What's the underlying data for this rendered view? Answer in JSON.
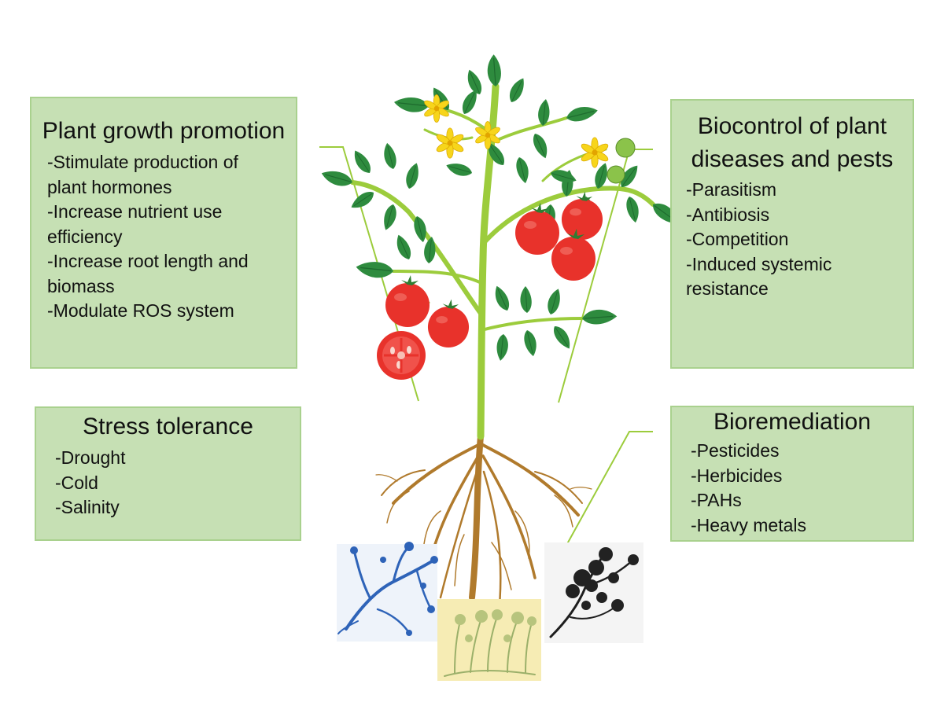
{
  "boxes": {
    "plant_growth": {
      "title": "Plant growth promotion",
      "items": [
        "-Stimulate production of",
        "plant hormones",
        "-Increase nutrient use",
        "efficiency",
        "-Increase root length and",
        "biomass",
        "-Modulate ROS system"
      ]
    },
    "biocontrol": {
      "title": "Biocontrol of plant diseases and pests",
      "items": [
        "-Parasitism",
        "-Antibiosis",
        "-Competition",
        "-Induced systemic",
        "resistance"
      ]
    },
    "stress": {
      "title": "Stress tolerance",
      "items": [
        "-Drought",
        "-Cold",
        "-Salinity"
      ]
    },
    "bioremediation": {
      "title": "Bioremediation",
      "items": [
        "-Pesticides",
        "-Herbicides",
        "-PAHs",
        "-Heavy metals"
      ]
    }
  },
  "colors": {
    "box_fill": "#c6e0b4",
    "box_border": "#a9d18e",
    "stem": "#9ccc3c",
    "leaf": "#2e8b3e",
    "tomato": "#e8322b",
    "flower": "#f7d51b",
    "root": "#b07a2c"
  }
}
